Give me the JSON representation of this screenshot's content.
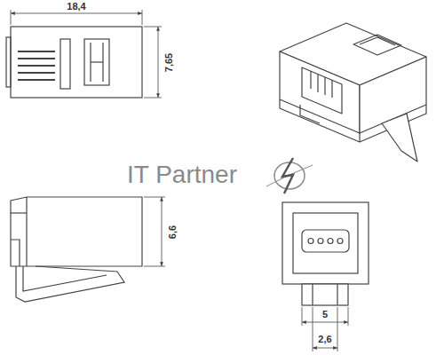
{
  "diagram": {
    "labels": [
      "18,4",
      "7,65",
      "6,6",
      "5",
      "2,6",
      "IT Partner"
    ]
  }
}
